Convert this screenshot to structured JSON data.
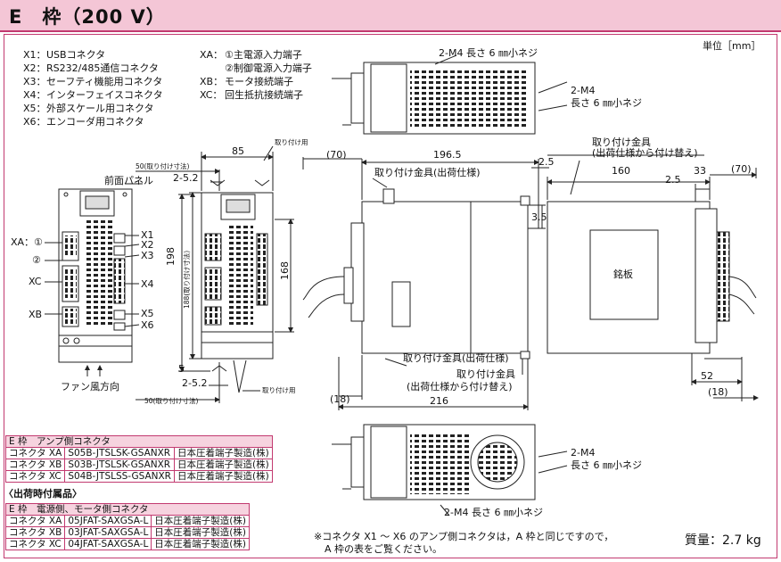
{
  "page": {
    "title": "E　枠（200 V）"
  },
  "unit_label": "単位［mm］",
  "mass_label": "質量：2.7 kg",
  "legend": [
    {
      "key": "X1：",
      "text": "USBコネクタ"
    },
    {
      "key": "X2：",
      "text": "RS232/485通信コネクタ"
    },
    {
      "key": "X3：",
      "text": "セーフティ機能用コネクタ"
    },
    {
      "key": "X4：",
      "text": "インターフェイスコネクタ"
    },
    {
      "key": "X5：",
      "text": "外部スケール用コネクタ"
    },
    {
      "key": "X6：",
      "text": "エンコーダ用コネクタ"
    },
    {
      "key": "XA：",
      "text": "①主電源入力端子"
    },
    {
      "key": "",
      "text": "②制御電源入力端子"
    },
    {
      "key": "XB：",
      "text": "モータ接続端子"
    },
    {
      "key": "XC：",
      "text": "回生抵抗接続端子"
    }
  ],
  "labels": {
    "front_panel": "前面パネル",
    "fan_direction": "ファン風方向",
    "mount_small": "取り付け用",
    "mount_small2": "取り付け用",
    "mount_50_top": "50(取り付け寸法)",
    "mount_50_bottom": "50(取り付け寸法)",
    "screw_top": "2-M4 長さ 6 ㎜小ネジ",
    "screw_right_1": "2-M4",
    "screw_right_2": "長さ 6 ㎜小ネジ",
    "screw_bottom_r1": "2-M4",
    "screw_bottom_r2": "長さ 6 ㎜小ネジ",
    "screw_bottom": "2-M4 長さ 6 ㎜小ネジ",
    "bracket_ship_top": "取り付け金具(出荷仕様)",
    "bracket_alt_top_1": "取り付け金具",
    "bracket_alt_top_2": "(出荷仕様から付け替え)",
    "bracket_ship_bottom": "取り付け金具(出荷仕様)",
    "bracket_alt_bottom_1": "取り付け金具",
    "bracket_alt_bottom_2": "(出荷仕様から付け替え)",
    "nameplate": "銘板",
    "xa1": "XA：①",
    "xa2": "②",
    "xc": "XC",
    "xb": "XB",
    "x1": "X1",
    "x2": "X2",
    "x3": "X3",
    "x4": "X4",
    "x5": "X5",
    "x6": "X6",
    "note_1": "※コネクタ X1 ～ X6 のアンプ側コネクタは，A 枠と同じですので，",
    "note_2": "A 枠の表をご覧ください。",
    "accessory_title": "〈出荷時付属品〉"
  },
  "dimensions": {
    "d85": "85",
    "d2_5_2_top": "2-5.2",
    "d198": "198",
    "d188": "188(取り付け寸法)",
    "d168": "168",
    "d5": "5",
    "d2_5_2_bottom": "2-5.2",
    "d70_left": "(70)",
    "d196_5": "196.5",
    "d2_5_a": "2.5",
    "d3_5": "3.5",
    "d18_left": "(18)",
    "d216": "216",
    "d160": "160",
    "d33": "33",
    "d70_right": "(70)",
    "d2_5_b": "2.5",
    "d52": "52",
    "d18_right": "(18)"
  },
  "amp_table": {
    "title": "E 枠　アンプ側コネクタ",
    "rows": [
      [
        "コネクタ XA",
        "S05B-JTSLSK-GSANXR",
        "日本圧着端子製造(株)"
      ],
      [
        "コネクタ XB",
        "S03B-JTSLSK-GSANXR",
        "日本圧着端子製造(株)"
      ],
      [
        "コネクタ XC",
        "S04B-JTSLSS-GSANXR",
        "日本圧着端子製造(株)"
      ]
    ]
  },
  "acc_table": {
    "title": "E 枠　電源側、モータ側コネクタ",
    "rows": [
      [
        "コネクタ XA",
        "05JFAT-SAXGSA-L",
        "日本圧着端子製造(株)"
      ],
      [
        "コネクタ XB",
        "03JFAT-SAXGSA-L",
        "日本圧着端子製造(株)"
      ],
      [
        "コネクタ XC",
        "04JFAT-SAXGSA-L",
        "日本圧着端子製造(株)"
      ]
    ]
  },
  "colors": {
    "accent": "#c23a70",
    "header_bg": "#f4c6d6",
    "line": "#222222"
  }
}
